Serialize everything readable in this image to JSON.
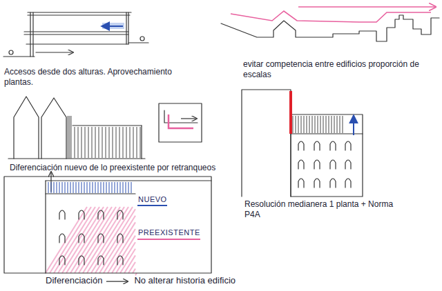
{
  "diagram": {
    "labels": [
      "Accesos desde dos alturas. Aprovechamiento plantas.",
      "evitar competencia entre edificios proporción de escalas",
      "Diferenciación nuevo de lo preexistente por retranqueos",
      "Resolución medianera 1 planta + Norma P4A",
      "NUEVO",
      "PREEXISTENTE",
      "Diferenciación",
      "No alterar historia edificio"
    ]
  }
}
